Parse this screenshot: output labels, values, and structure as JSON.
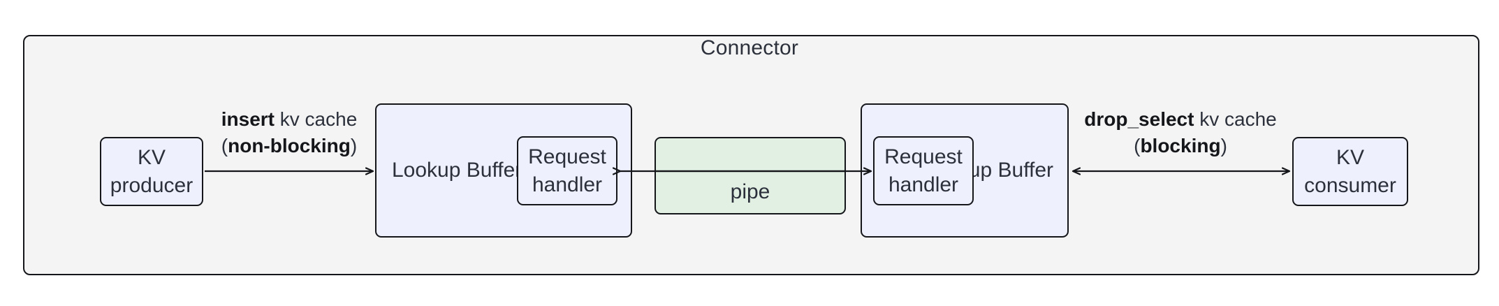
{
  "diagram": {
    "title": "Connector",
    "type": "block-diagram",
    "colors": {
      "frame_fill": "#f4f4f4",
      "frame_stroke": "#14161a",
      "node_fill": "#eef1fd",
      "pipe_fill": "#e2efe3",
      "text": "#2b303b"
    }
  },
  "nodes": {
    "kv_producer": {
      "line1": "KV",
      "line2": "producer"
    },
    "kv_consumer": {
      "line1": "KV",
      "line2": "consumer"
    },
    "lookup_buffer_left": {
      "line1": "Lookup",
      "line2": "Buffer"
    },
    "lookup_buffer_right": {
      "line1": "Lookup",
      "line2": "Buffer"
    },
    "request_handler_left": {
      "line1": "Request",
      "line2": "handler"
    },
    "request_handler_right": {
      "line1": "Request",
      "line2": "handler"
    },
    "pipe": {
      "label": "pipe"
    }
  },
  "edges": {
    "insert": {
      "line1_bold": "insert",
      "line1_rest": " kv cache",
      "line2_open": "(",
      "line2_bold": "non-blocking",
      "line2_close": ")",
      "direction": "one-way-right"
    },
    "drop_select": {
      "line1_bold": "drop_select",
      "line1_rest": " kv cache",
      "line2_open": "(",
      "line2_bold": "blocking",
      "line2_close": ")",
      "direction": "two-way"
    },
    "pipe_left": {
      "direction": "one-way-left"
    },
    "pipe_right": {
      "direction": "one-way-right"
    }
  }
}
